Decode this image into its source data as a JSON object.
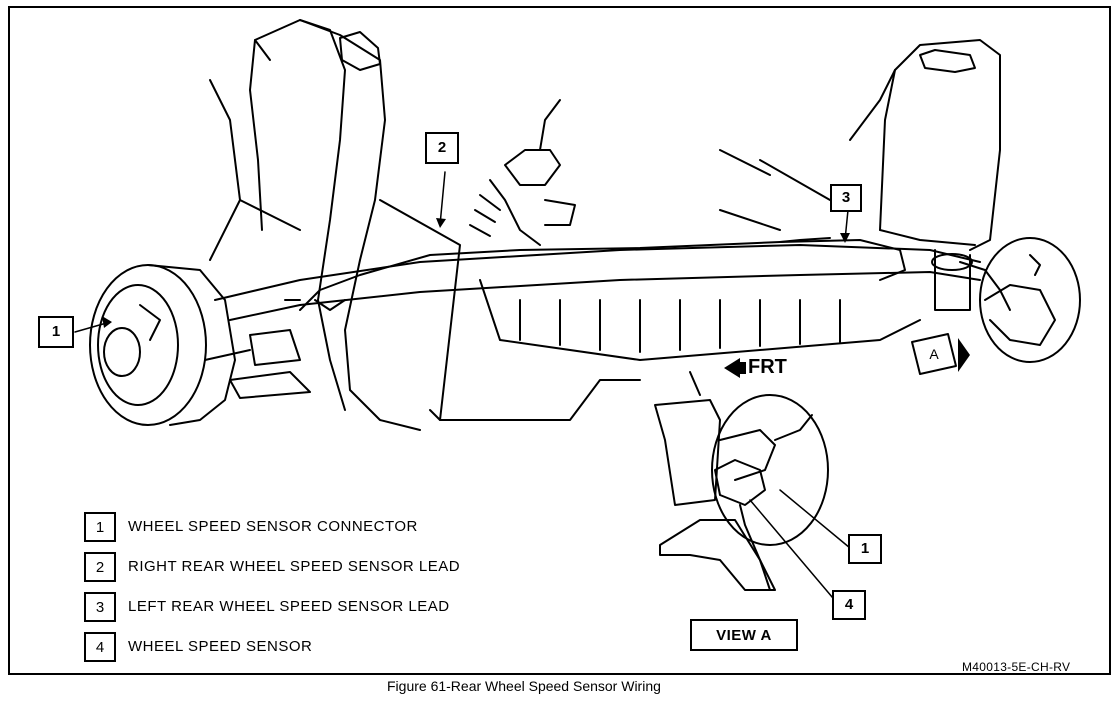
{
  "figure": {
    "caption": "Figure 61-Rear Wheel Speed Sensor Wiring",
    "reference_code": "M40013-5E-CH-RV",
    "view_label": "VIEW A",
    "front_label": "FRT",
    "view_tag": "A"
  },
  "callouts": {
    "main_1": "1",
    "main_2": "2",
    "main_3": "3",
    "view_1": "1",
    "view_4": "4"
  },
  "legend": [
    {
      "number": "1",
      "text": "WHEEL SPEED SENSOR CONNECTOR"
    },
    {
      "number": "2",
      "text": "RIGHT REAR WHEEL SPEED SENSOR LEAD"
    },
    {
      "number": "3",
      "text": "LEFT REAR WHEEL SPEED SENSOR LEAD"
    },
    {
      "number": "4",
      "text": "WHEEL SPEED SENSOR"
    }
  ],
  "icons": [
    "front-arrow-icon",
    "view-direction-arrow-icon"
  ],
  "colors": {
    "ink": "#000000",
    "paper": "#ffffff"
  }
}
